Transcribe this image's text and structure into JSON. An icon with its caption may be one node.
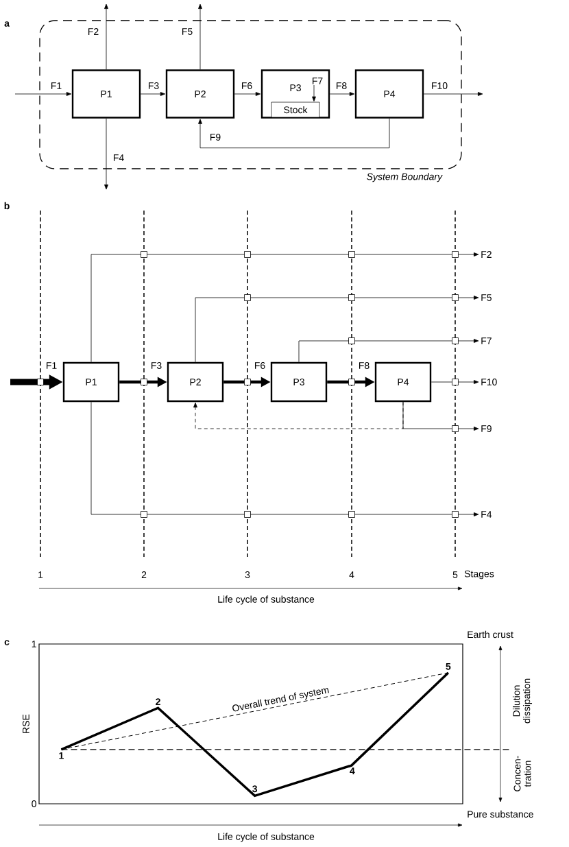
{
  "diagram": {
    "nodes": [
      {
        "text": [
          "System Boundary"
        ]
      },
      {
        "text": [
          "P1"
        ],
        "in": 0
      },
      {
        "text": [
          "P2"
        ],
        "in": 0
      },
      {
        "text": [
          "P3"
        ],
        "in": 0
      },
      {
        "text": [
          "Stock"
        ],
        "in": 3
      },
      {
        "text": [
          "P4"
        ],
        "in": 0
      },
      {
        "text": [
          "P1"
        ]
      },
      {
        "text": [
          "P2"
        ]
      },
      {
        "text": [
          "P3"
        ]
      },
      {
        "text": [
          "P4"
        ]
      },
      {
        "text": [
          "F2"
        ]
      },
      {
        "text": [
          "F5"
        ]
      },
      {
        "text": [
          "F7"
        ]
      },
      {
        "text": [
          "F10"
        ]
      },
      {
        "text": [
          "F9"
        ]
      },
      {
        "text": [
          "F4"
        ]
      }
    ],
    "edges": [
      {
        "from": null,
        "to": 1,
        "arrow": "to",
        "label": "F1"
      },
      {
        "from": 1,
        "to": null,
        "arrow": "to",
        "label": "F2"
      },
      {
        "from": 1,
        "to": 2,
        "arrow": "to",
        "label": "F3"
      },
      {
        "from": 1,
        "to": null,
        "arrow": "to",
        "label": "F4"
      },
      {
        "from": 2,
        "to": null,
        "arrow": "to",
        "label": "F5"
      },
      {
        "from": 2,
        "to": 3,
        "arrow": "to",
        "label": "F6"
      },
      {
        "from": null,
        "to": 4,
        "arrow": "to",
        "label": "F7"
      },
      {
        "from": 3,
        "to": 5,
        "arrow": "to",
        "label": "F8"
      },
      {
        "from": 5,
        "to": 2,
        "arrow": "to",
        "label": "F9"
      },
      {
        "from": 5,
        "to": null,
        "arrow": "to",
        "label": "F10"
      },
      {
        "from": null,
        "to": 6,
        "arrow": "to",
        "label": "F1",
        "style": "thick"
      },
      {
        "from": 6,
        "to": 7,
        "arrow": "to",
        "label": "F3",
        "style": "thick"
      },
      {
        "from": 7,
        "to": 8,
        "arrow": "to",
        "label": "F6",
        "style": "thick"
      },
      {
        "from": 8,
        "to": 9,
        "arrow": "to",
        "label": "F8",
        "style": "thick"
      },
      {
        "from": 6,
        "to": 10,
        "arrow": "to"
      },
      {
        "from": 7,
        "to": 11,
        "arrow": "to"
      },
      {
        "from": 8,
        "to": 12,
        "arrow": "to"
      },
      {
        "from": 9,
        "to": 13,
        "arrow": "to"
      },
      {
        "from": 9,
        "to": 14,
        "arrow": "to"
      },
      {
        "from": 9,
        "to": 7,
        "arrow": "to",
        "style": "dashed"
      },
      {
        "from": 6,
        "to": 15,
        "arrow": "to"
      }
    ],
    "labels": [
      "a",
      "b",
      "1",
      "2",
      "3",
      "4",
      "5",
      "Stages",
      "Life cycle of substance",
      "c",
      "Earth crust",
      "Dilution dissipation",
      "Concen- tration",
      "Pure substance"
    ],
    "chart_data": {
      "type": "line",
      "xlabel": "Life cycle of substance",
      "ylabel": "RSE",
      "categories": [
        null,
        null,
        null,
        null,
        null
      ],
      "series": [
        {
          "values": [
            0.34,
            0.6,
            0.05,
            0.24,
            0.82
          ]
        }
      ],
      "ylim": [
        0,
        1
      ],
      "yticks": [
        0,
        1
      ],
      "value_labels": [
        "1",
        "2",
        "3",
        "4",
        "5"
      ],
      "ref_lines": [
        {
          "value": 0.34,
          "axis": "y"
        }
      ],
      "annotations": [
        {
          "text": "Overall trend of system"
        }
      ]
    }
  }
}
